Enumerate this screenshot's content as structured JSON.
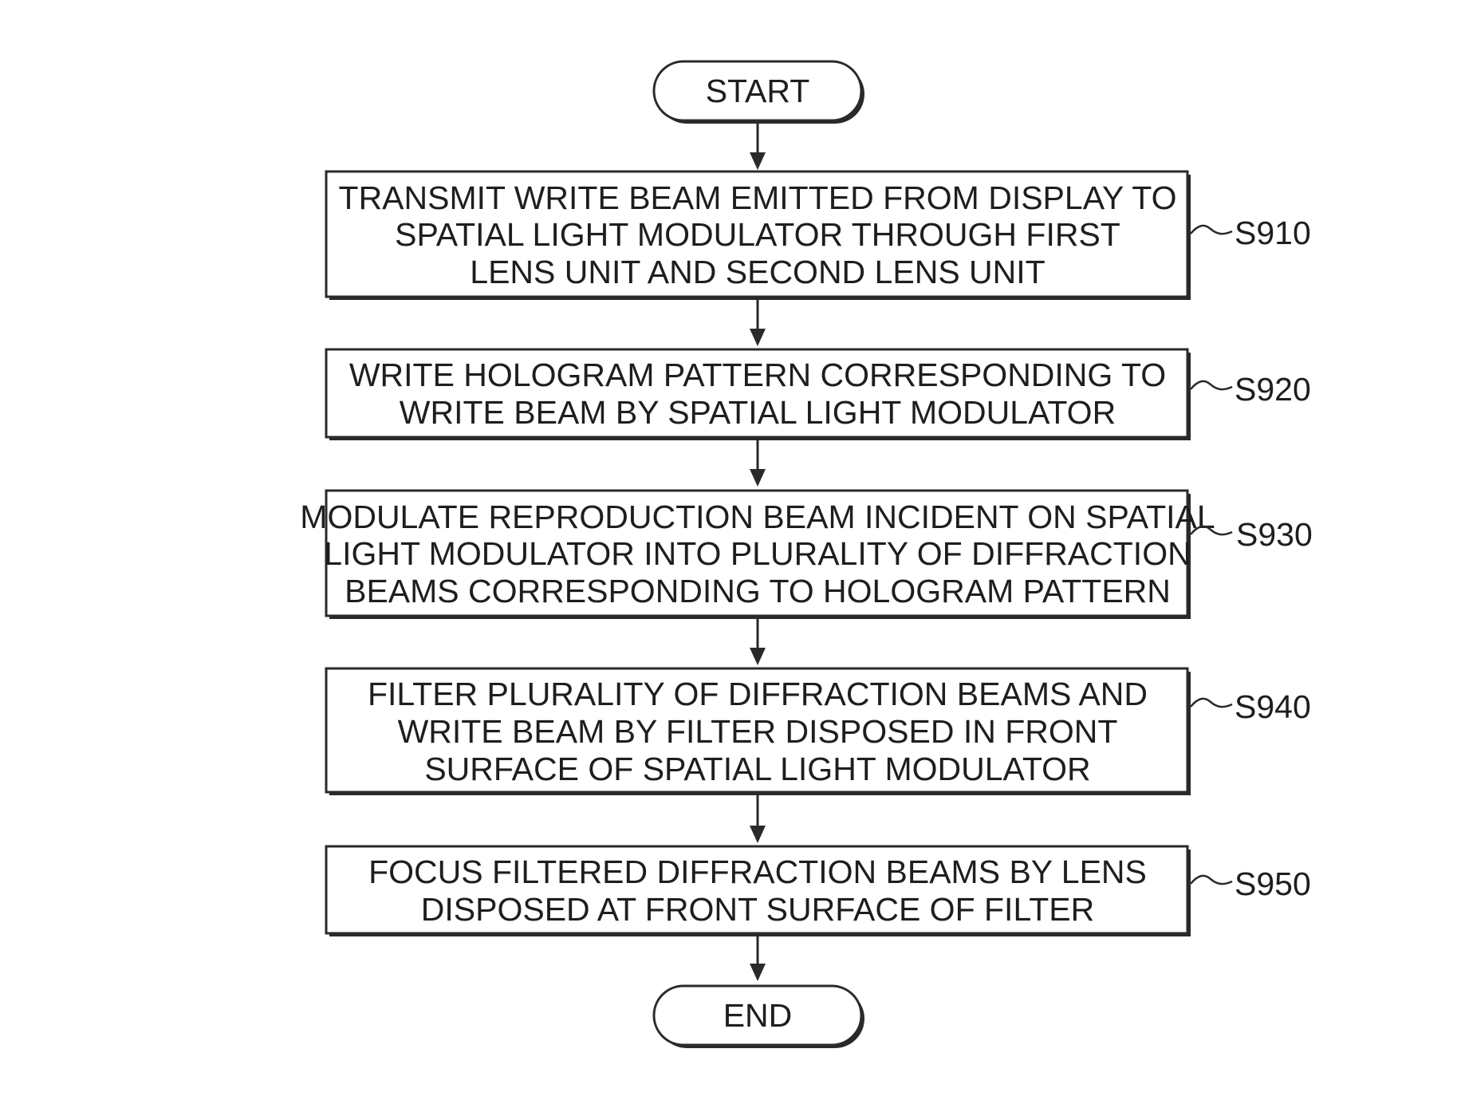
{
  "flowchart": {
    "start": "START",
    "end": "END",
    "steps": [
      {
        "label": "S910",
        "lines": [
          "TRANSMIT WRITE BEAM EMITTED FROM DISPLAY TO",
          "SPATIAL LIGHT MODULATOR THROUGH FIRST",
          "LENS UNIT AND SECOND LENS UNIT"
        ]
      },
      {
        "label": "S920",
        "lines": [
          "WRITE HOLOGRAM PATTERN CORRESPONDING TO",
          "WRITE BEAM BY SPATIAL LIGHT MODULATOR"
        ]
      },
      {
        "label": "S930",
        "lines": [
          "MODULATE REPRODUCTION BEAM INCIDENT ON SPATIAL",
          "LIGHT MODULATOR INTO PLURALITY OF DIFFRACTION",
          "BEAMS CORRESPONDING TO HOLOGRAM PATTERN"
        ]
      },
      {
        "label": "S940",
        "lines": [
          "FILTER PLURALITY OF DIFFRACTION BEAMS AND",
          "WRITE BEAM BY FILTER DISPOSED IN FRONT",
          "SURFACE OF SPATIAL LIGHT MODULATOR"
        ]
      },
      {
        "label": "S950",
        "lines": [
          "FOCUS FILTERED DIFFRACTION BEAMS BY LENS",
          "DISPOSED AT FRONT SURFACE OF FILTER"
        ]
      }
    ]
  }
}
